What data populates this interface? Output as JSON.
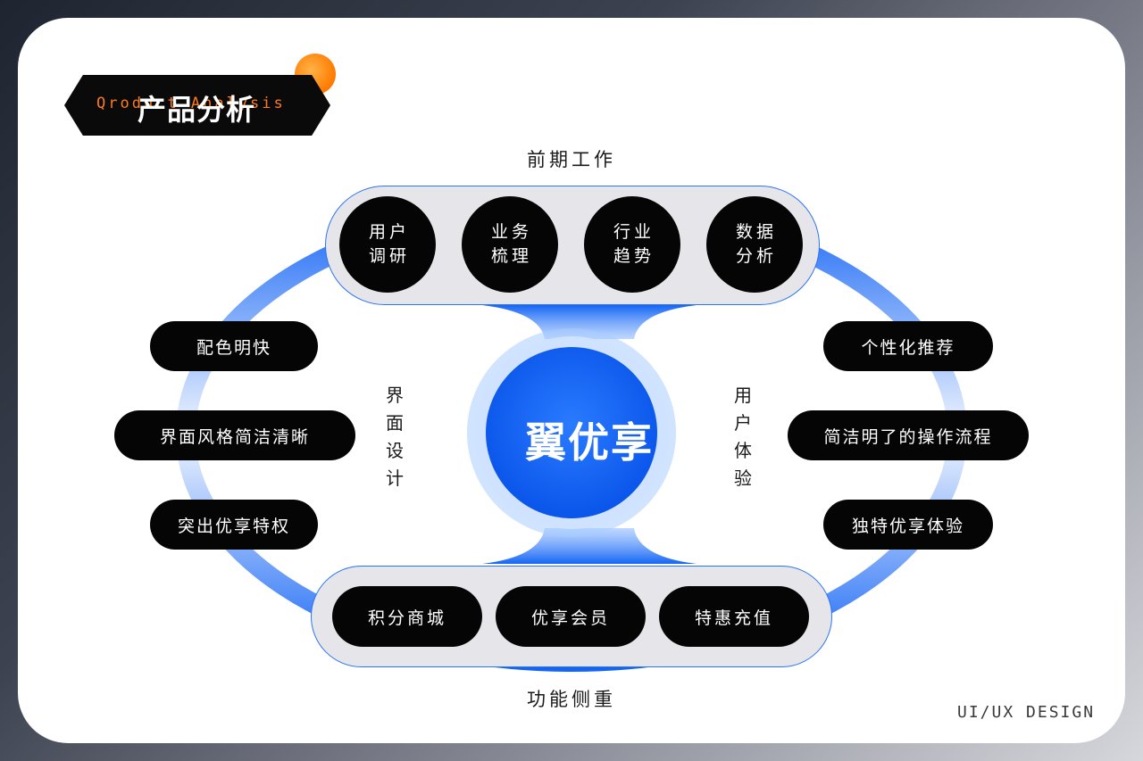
{
  "title": {
    "en": "Qroduct Analysis",
    "cn": "产品分析"
  },
  "center": {
    "label": "翼优享"
  },
  "sections": {
    "top": "前期工作",
    "bottom": "功能侧重",
    "left": "界面设计",
    "right": "用户体验"
  },
  "top_nodes": [
    "用户调研",
    "业务梳理",
    "行业趋势",
    "数据分析"
  ],
  "bottom_nodes": [
    "积分商城",
    "优享会员",
    "特惠充值"
  ],
  "left_items": [
    "配色明快",
    "界面风格简洁清晰",
    "突出优享特权"
  ],
  "right_items": [
    "个性化推荐",
    "简洁明了的操作流程",
    "独特优享体验"
  ],
  "footer": "UI/UX DESIGN",
  "colors": {
    "accent_blue": "#1565f5",
    "accent_orange": "#ff7a00",
    "node_black": "#050505",
    "tray_gray": "#e6e6ea"
  }
}
